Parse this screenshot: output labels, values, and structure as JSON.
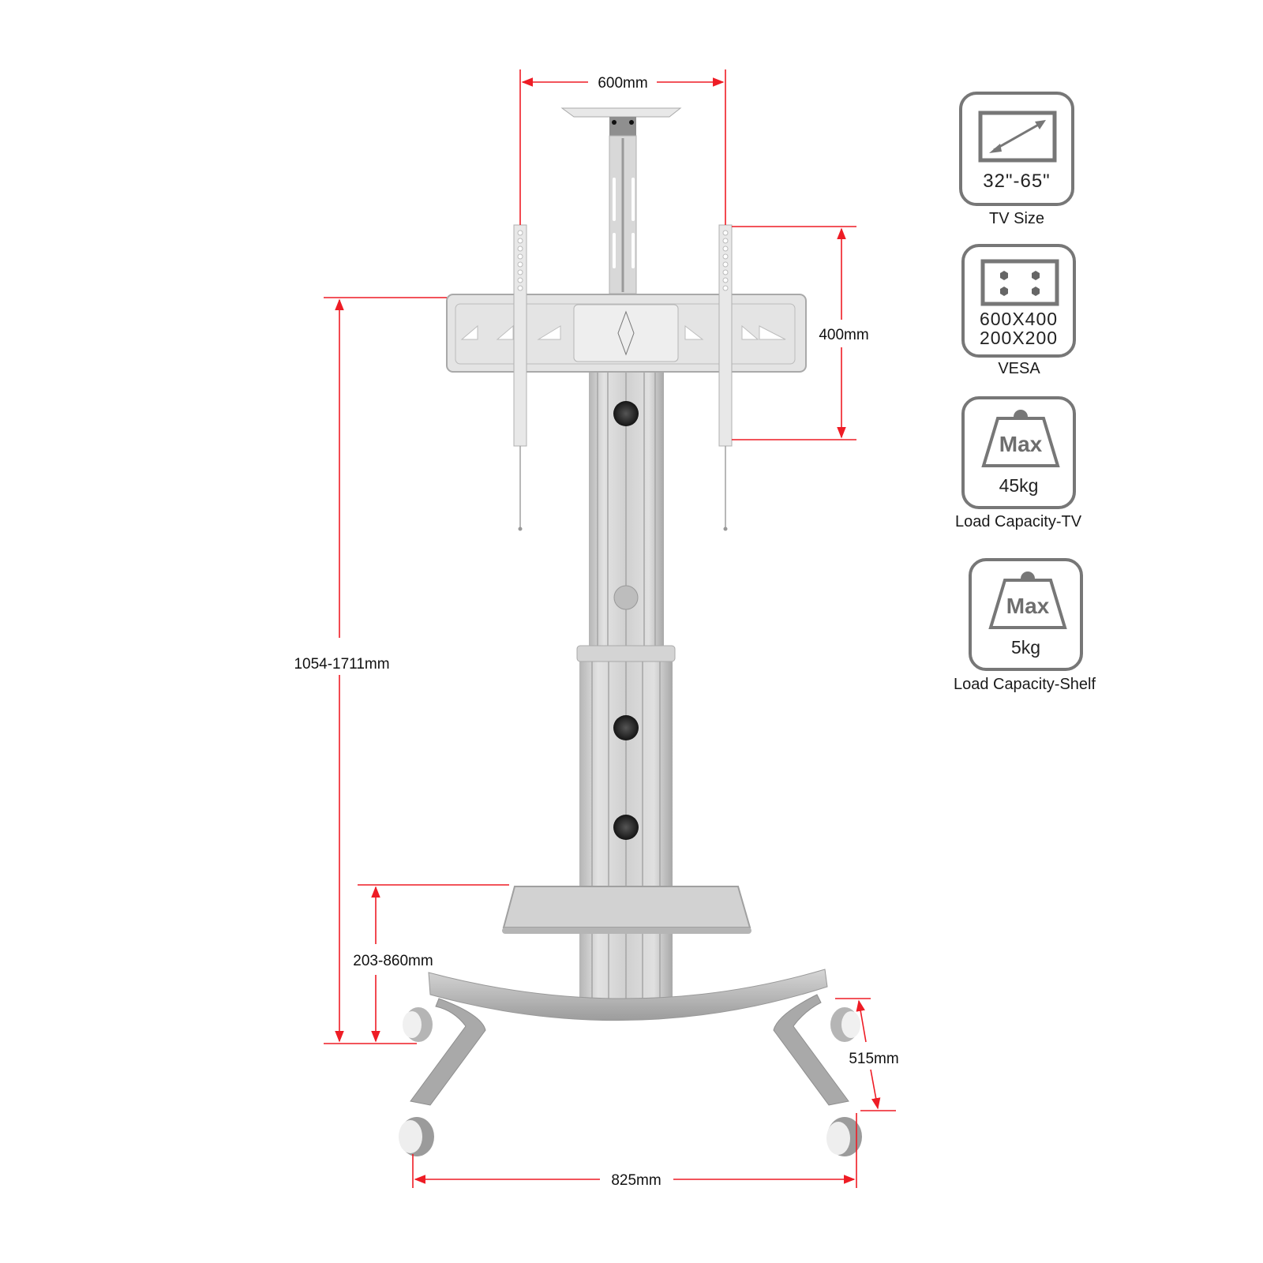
{
  "dimensions": {
    "vesa_width": "600mm",
    "vesa_height": "400mm",
    "total_height": "1054-1711mm",
    "shelf_height": "203-860mm",
    "base_depth": "515mm",
    "base_width": "825mm"
  },
  "specs": [
    {
      "icon": "tv-diagonal-icon",
      "value": "32\"-65\"",
      "label": "TV Size"
    },
    {
      "icon": "vesa-holes-icon",
      "value_line1": "600X400",
      "value_line2": "200X200",
      "label": "VESA"
    },
    {
      "icon": "weight-max-icon",
      "icon_text": "Max",
      "value": "45kg",
      "label": "Load Capacity-TV"
    },
    {
      "icon": "weight-max-icon",
      "icon_text": "Max",
      "value": "5kg",
      "label": "Load Capacity-Shelf"
    }
  ],
  "colors": {
    "dimension_line": "#ee1c25",
    "icon_stroke": "#777777",
    "metal": "#c8c8c8",
    "metal_dark": "#9a9a9a"
  }
}
